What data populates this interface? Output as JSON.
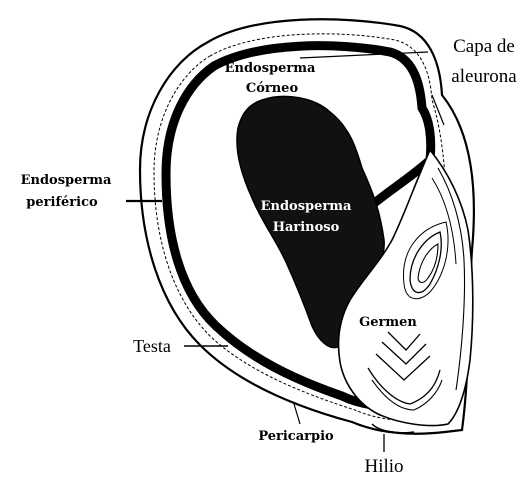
{
  "labels": {
    "endosperma_corneo_1": "Endosperma",
    "endosperma_corneo_2": "Córneo",
    "capa_aleurona_1": "Capa de",
    "capa_aleurona_2": "aleurona",
    "endosperma_periferico_1": "Endosperma",
    "endosperma_periferico_2": "periférico",
    "endosperma_harinoso_1": "Endosperma",
    "endosperma_harinoso_2": "Harinoso",
    "germen": "Germen",
    "testa": "Testa",
    "pericarpio": "Pericarpio",
    "hilio": "Hilio"
  },
  "colors": {
    "ink": "#000000",
    "paper": "#ffffff",
    "dark_fill": "#111111"
  }
}
